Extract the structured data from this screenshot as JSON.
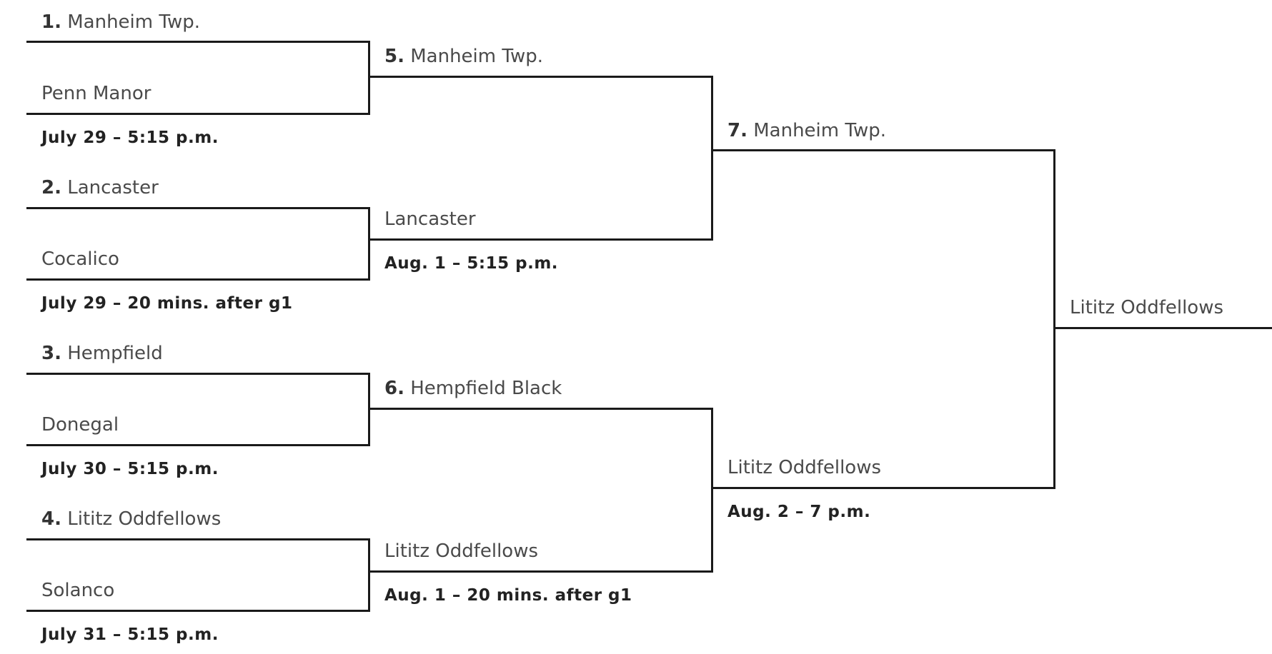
{
  "round1": {
    "game1": {
      "top": {
        "seed": "1.",
        "name": "Manheim Twp."
      },
      "bottom": {
        "name": "Penn Manor"
      },
      "date": "July 29 – 5:15 p.m."
    },
    "game2": {
      "top": {
        "seed": "2.",
        "name": "Lancaster"
      },
      "bottom": {
        "name": "Cocalico"
      },
      "date": "July 29 – 20 mins. after g1"
    },
    "game3": {
      "top": {
        "seed": "3.",
        "name": "Hempfield"
      },
      "bottom": {
        "name": "Donegal"
      },
      "date": "July 30 – 5:15 p.m."
    },
    "game4": {
      "top": {
        "seed": "4.",
        "name": "Lititz Oddfellows"
      },
      "bottom": {
        "name": "Solanco"
      },
      "date": "July 31 – 5:15 p.m."
    }
  },
  "round2": {
    "game5": {
      "top": {
        "seed": "5.",
        "name": "Manheim Twp."
      },
      "bottom": {
        "name": "Lancaster"
      },
      "date": "Aug. 1 – 5:15 p.m."
    },
    "game6": {
      "top": {
        "seed": "6.",
        "name": "Hempfield Black"
      },
      "bottom": {
        "name": "Lititz Oddfellows"
      },
      "date": "Aug. 1 – 20 mins. after g1"
    }
  },
  "round3": {
    "game7": {
      "top": {
        "seed": "7.",
        "name": "Manheim Twp."
      },
      "bottom": {
        "name": "Lititz Oddfellows"
      },
      "date": "Aug. 2 – 7 p.m."
    }
  },
  "champion": {
    "name": "Lititz Oddfellows"
  }
}
